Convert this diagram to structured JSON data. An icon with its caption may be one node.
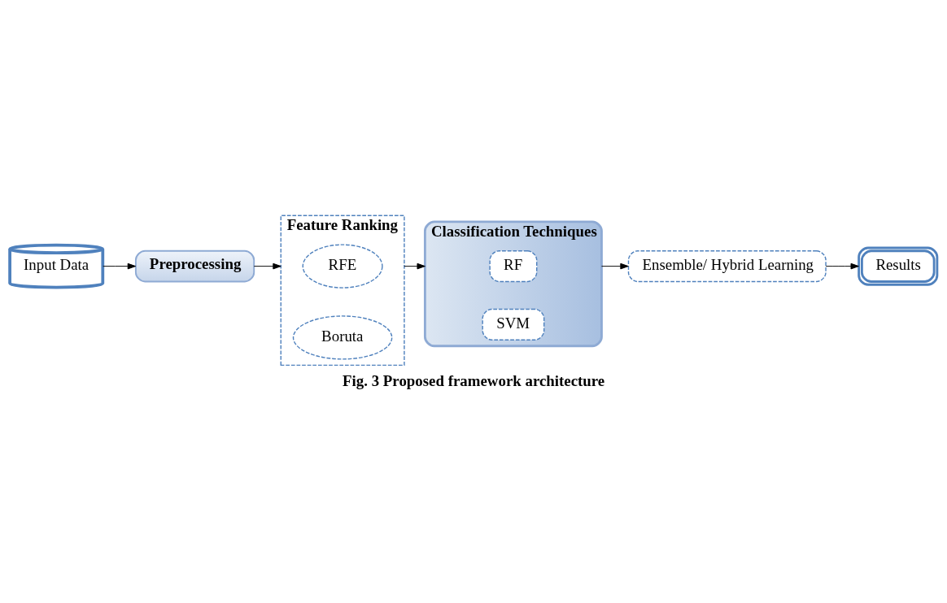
{
  "diagram": {
    "caption": "Fig. 3 Proposed framework architecture",
    "nodes": [
      {
        "text": [
          "Input Data"
        ]
      },
      {
        "text": [
          "Preprocessing"
        ]
      },
      {
        "text": [
          "Feature Ranking"
        ]
      },
      {
        "text": [
          "RFE"
        ],
        "in": 2
      },
      {
        "text": [
          "Boruta"
        ],
        "in": 2
      },
      {
        "text": [
          "Classification Techniques"
        ]
      },
      {
        "text": [
          "RF"
        ],
        "in": 5
      },
      {
        "text": [
          "SVM"
        ],
        "in": 5
      },
      {
        "text": [
          "Ensemble/ Hybrid Learning"
        ]
      },
      {
        "text": [
          "Results"
        ]
      }
    ],
    "edges": [
      {
        "from": 0,
        "to": 1,
        "arrow": "to"
      },
      {
        "from": 1,
        "to": 2,
        "arrow": "to"
      },
      {
        "from": 2,
        "to": 5,
        "arrow": "to"
      },
      {
        "from": 5,
        "to": 8,
        "arrow": "to"
      },
      {
        "from": 8,
        "to": 9,
        "arrow": "to"
      }
    ]
  }
}
